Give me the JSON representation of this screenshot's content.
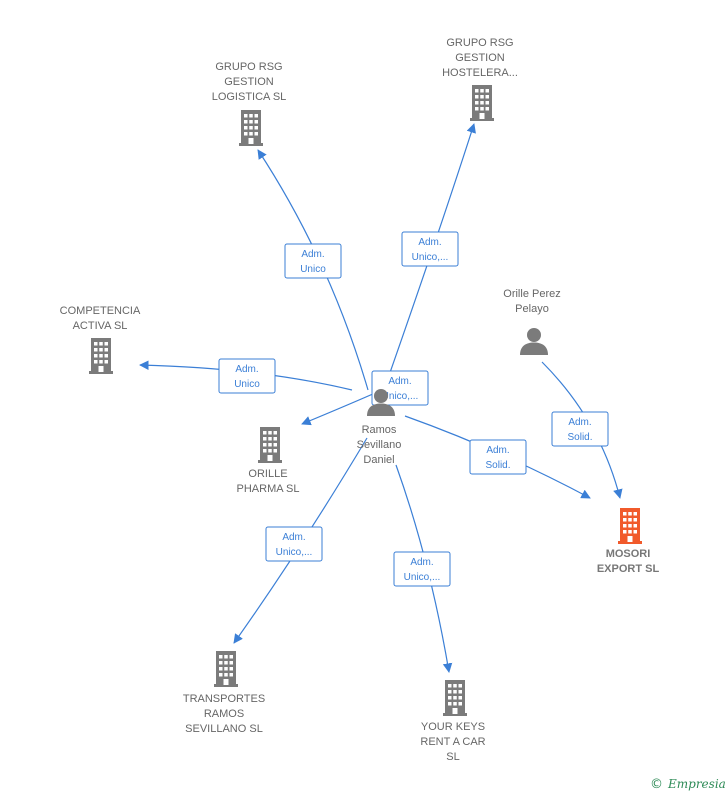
{
  "colors": {
    "edge": "#3b7fd6",
    "building": "#7b7b7b",
    "building_highlight": "#f15a2b",
    "person": "#7b7b7b",
    "label": "#666666",
    "watermark": "#2e8b57"
  },
  "nodes": [
    {
      "id": "ramos",
      "type": "person",
      "icon": "person-icon",
      "lines": [
        "Ramos",
        "Sevillano",
        "Daniel"
      ]
    },
    {
      "id": "orille_pp",
      "type": "person",
      "icon": "person-icon",
      "lines": [
        "Orille Perez",
        "Pelayo"
      ]
    },
    {
      "id": "rsg_log",
      "type": "company",
      "icon": "building-icon",
      "lines": [
        "GRUPO RSG",
        "GESTION",
        "LOGISTICA  SL"
      ]
    },
    {
      "id": "rsg_host",
      "type": "company",
      "icon": "building-icon",
      "lines": [
        "GRUPO RSG",
        "GESTION",
        "HOSTELERA..."
      ]
    },
    {
      "id": "competencia",
      "type": "company",
      "icon": "building-icon",
      "lines": [
        "COMPETENCIA",
        "ACTIVA  SL"
      ]
    },
    {
      "id": "orille_pharma",
      "type": "company",
      "icon": "building-icon",
      "lines": [
        "ORILLE",
        "PHARMA  SL"
      ]
    },
    {
      "id": "mosori",
      "type": "company",
      "icon": "building-icon",
      "highlight": true,
      "lines": [
        "MOSORI",
        "EXPORT  SL"
      ]
    },
    {
      "id": "transportes",
      "type": "company",
      "icon": "building-icon",
      "lines": [
        "TRANSPORTES",
        "RAMOS",
        "SEVILLANO  SL"
      ]
    },
    {
      "id": "yourkeys",
      "type": "company",
      "icon": "building-icon",
      "lines": [
        "YOUR KEYS",
        "RENT A CAR",
        "SL"
      ]
    }
  ],
  "edges": [
    {
      "id": "e1",
      "from": "ramos",
      "to": "rsg_log",
      "lines": [
        "Adm.",
        "Unico"
      ]
    },
    {
      "id": "e2",
      "from": "ramos",
      "to": "rsg_host",
      "lines": [
        "Adm.",
        "Unico,..."
      ]
    },
    {
      "id": "e3",
      "from": "ramos",
      "to": "competencia",
      "lines": [
        "Adm.",
        "Unico"
      ]
    },
    {
      "id": "e4",
      "from": "ramos",
      "to": "orille_pharma",
      "lines": [
        "Adm.",
        "Unico,..."
      ]
    },
    {
      "id": "e5",
      "from": "ramos",
      "to": "mosori",
      "lines": [
        "Adm.",
        "Solid."
      ]
    },
    {
      "id": "e6",
      "from": "orille_pp",
      "to": "mosori",
      "lines": [
        "Adm.",
        "Solid."
      ]
    },
    {
      "id": "e7",
      "from": "ramos",
      "to": "transportes",
      "lines": [
        "Adm.",
        "Unico,..."
      ]
    },
    {
      "id": "e8",
      "from": "ramos",
      "to": "yourkeys",
      "lines": [
        "Adm.",
        "Unico,..."
      ]
    }
  ],
  "watermark": {
    "symbol": "©",
    "text": "Empresia"
  }
}
